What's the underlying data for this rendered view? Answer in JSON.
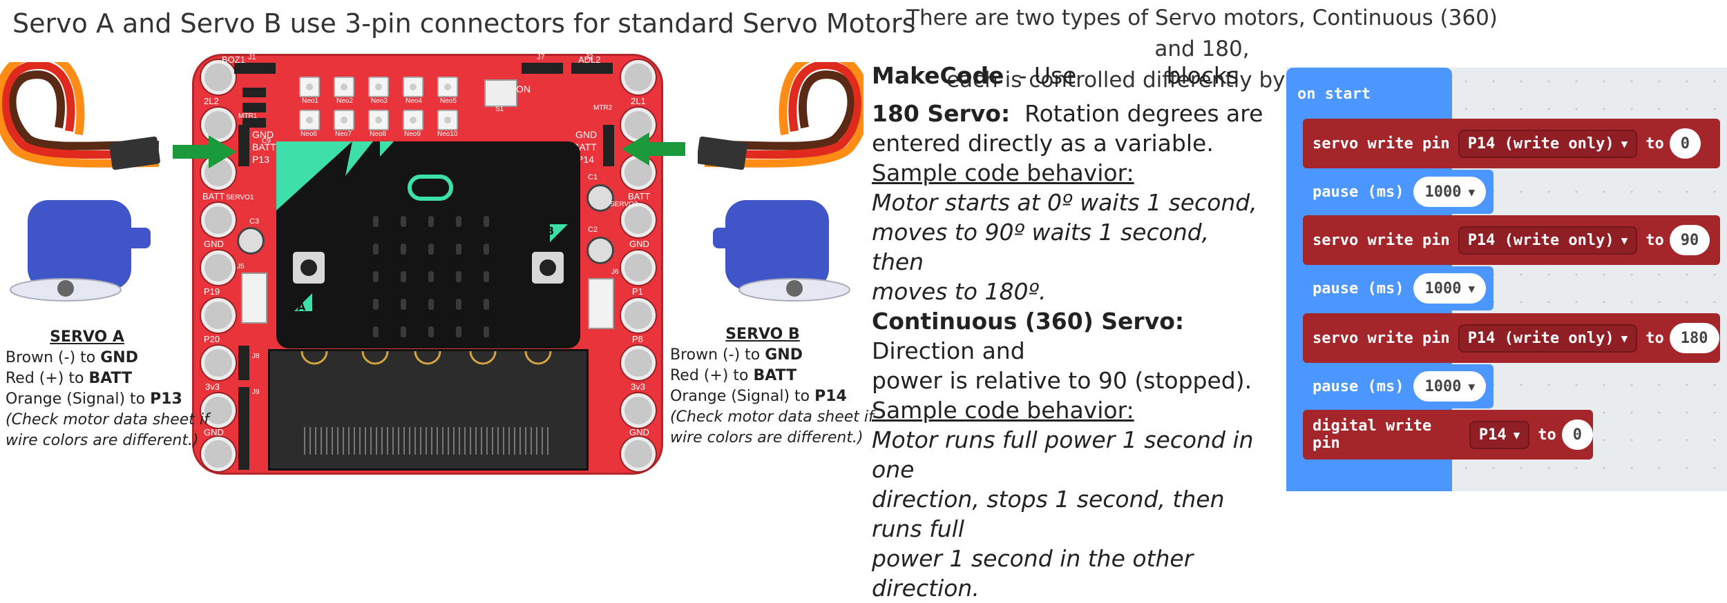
{
  "titles": {
    "left": "Servo A and Servo B use 3-pin connectors for standard Servo Motors",
    "right_line1": "There are two types of Servo motors, Continuous (360) and 180,",
    "right_line2": "each is controlled differently by the same code."
  },
  "board": {
    "left_pins": [
      "BOZ1",
      "2L2",
      "BATT",
      "GND",
      "P19",
      "P20",
      "3v3",
      "GND"
    ],
    "right_pins": [
      "ADL2",
      "2L1",
      "BATT",
      "GND",
      "P1",
      "P8",
      "3v3",
      "GND"
    ],
    "header_left": [
      "GND",
      "BATT",
      "P13"
    ],
    "header_right": [
      "GND",
      "BATT",
      "P14"
    ],
    "neo_top": [
      "Neo1",
      "Neo2",
      "Neo3",
      "Neo4",
      "Neo5"
    ],
    "neo_bottom": [
      "Neo6",
      "Neo7",
      "Neo8",
      "Neo9",
      "Neo10"
    ],
    "btn_a": "A",
    "btn_b": "B",
    "switch_label": "ON",
    "small_labels": {
      "j1": "J1",
      "j2": "J2",
      "j7": "J7",
      "j8": "J8",
      "j9": "J9",
      "j5": "J5",
      "j6": "J6",
      "c3": "C3",
      "c2": "C2",
      "c1": "C1",
      "c9": "C9",
      "mtr1": "MTR1",
      "mtr2": "MTR2",
      "s1": "S1",
      "servo1": "SERVO1",
      "servo2": "SERVO2"
    }
  },
  "servo_a": {
    "heading": "SERVO A",
    "line1_pre": "Brown (-) to ",
    "line1_bold": "GND",
    "line2_pre": "Red (+) to ",
    "line2_bold": "BATT",
    "line3_pre": "Orange (Signal) to ",
    "line3_bold": "P13",
    "note1": "(Check motor data sheet if",
    "note2": "wire colors are different.)"
  },
  "servo_b": {
    "heading": "SERVO B",
    "line1_pre": "Brown (-) to ",
    "line1_bold": "GND",
    "line2_pre": "Red (+) to ",
    "line2_bold": "BATT",
    "line3_pre": "Orange (Signal) to ",
    "line3_bold": "P14",
    "note1": "(Check motor data sheet if",
    "note2": "wire colors are different.)"
  },
  "middle": {
    "makecode_bold": "MakeCode",
    "makecode_rest": "- Use",
    "makecode_blocks": "blocks",
    "s180_bold": "180 Servo:",
    "s180_text1": "Rotation degrees are",
    "s180_text2": "entered directly as a variable.",
    "sample1": "Sample code behavior:",
    "b1_1": "Motor starts at 0º waits 1 second,",
    "b1_2": "moves to 90º  waits 1 second, then",
    "b1_3": "moves to 180º.",
    "cont_bold": "Continuous (360) Servo:",
    "cont_text1": "Direction and",
    "cont_text2": "power is relative to 90 (stopped).",
    "sample2": "Sample code behavior:",
    "b2_1": "Motor runs  full power 1 second  in one",
    "b2_2": "direction, stops 1 second, then runs full",
    "b2_3": "power 1 second in the other direction."
  },
  "makecode": {
    "on_start": "on start",
    "servo_label": "servo write pin",
    "pin": "P14 (write only)",
    "to": "to",
    "v1": "0",
    "v2": "90",
    "v3": "180",
    "pause_label": "pause (ms)",
    "pause_val": "1000",
    "digital_label": "digital write pin",
    "digital_pin": "P14",
    "digital_val": "0"
  },
  "colors": {
    "board": "#e8343a",
    "servo_block": "#a4262b",
    "loops_block": "#4c97ff",
    "arrow": "#1a9a3a",
    "servo_body": "#3f55c8"
  }
}
